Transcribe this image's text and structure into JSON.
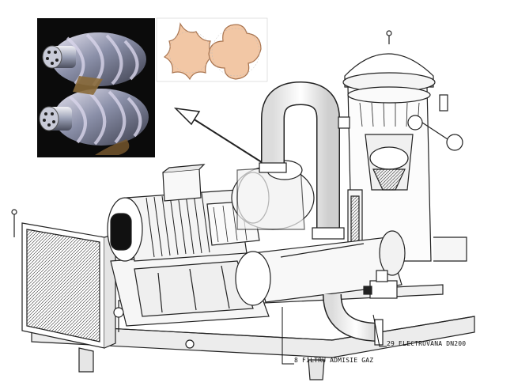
{
  "callouts": {
    "filter": "8 FILTRU ADMISIE GAZ",
    "valve": "29 ELECTROVANA DN200"
  },
  "colors": {
    "photo_background": "#0b0b0b",
    "rotor_profile_fill": "#f2c7a5",
    "rotor_profile_stroke": "#a9744f",
    "line_art": "#222222",
    "machine_fill": "#f4f4f4"
  },
  "icons": {
    "rotor_photo": "screw-rotors-photo",
    "rotor_profile": "rotor-cross-section",
    "arrow": "pointer-arrow"
  }
}
